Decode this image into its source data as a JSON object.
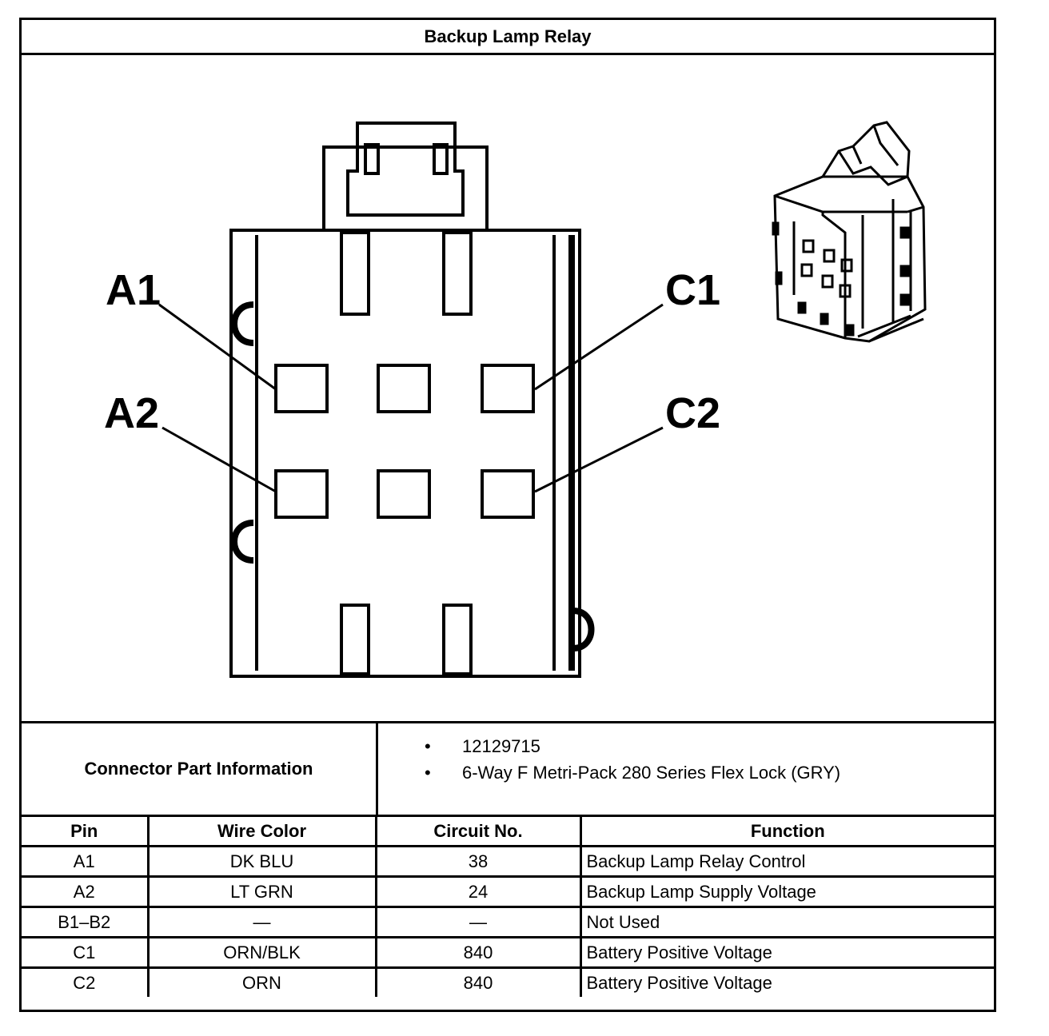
{
  "title": "Backup Lamp Relay",
  "diagram": {
    "callouts": [
      "A1",
      "A2",
      "C1",
      "C2"
    ]
  },
  "connector_info": {
    "label": "Connector Part Information",
    "items": [
      "12129715",
      "6-Way F Metri-Pack 280 Series Flex Lock (GRY)"
    ]
  },
  "pin_table": {
    "headers": {
      "pin": "Pin",
      "wire_color": "Wire Color",
      "circuit": "Circuit No.",
      "function": "Function"
    },
    "rows": [
      {
        "pin": "A1",
        "wire_color": "DK BLU",
        "circuit": "38",
        "function": "Backup Lamp Relay Control"
      },
      {
        "pin": "A2",
        "wire_color": "LT GRN",
        "circuit": "24",
        "function": "Backup Lamp Supply Voltage"
      },
      {
        "pin": "B1–B2",
        "wire_color": "—",
        "circuit": "—",
        "function": "Not Used"
      },
      {
        "pin": "C1",
        "wire_color": "ORN/BLK",
        "circuit": "840",
        "function": "Battery Positive Voltage"
      },
      {
        "pin": "C2",
        "wire_color": "ORN",
        "circuit": "840",
        "function": "Battery Positive Voltage"
      }
    ]
  }
}
